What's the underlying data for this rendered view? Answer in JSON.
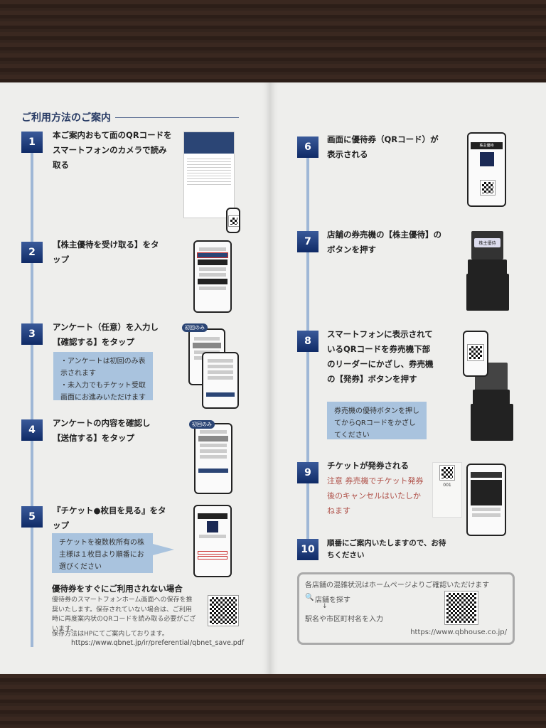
{
  "title": "ご利用方法のご案内",
  "steps": [
    {
      "num": "1",
      "text": "本ご案内おもて面のQRコードをスマートフォンのカメラで読み取る"
    },
    {
      "num": "2",
      "text": "【株主優待を受け取る】をタップ"
    },
    {
      "num": "3",
      "text": "アンケート（任意）を入力し【確認する】をタップ",
      "notes": [
        "・アンケートは初回のみ表示されます",
        "・未入力でもチケット受取画面にお進みいただけます"
      ],
      "tag": "初回のみ"
    },
    {
      "num": "4",
      "text": "アンケートの内容を確認し【送信する】をタップ",
      "tag": "初回のみ"
    },
    {
      "num": "5",
      "text": "『チケット●枚目を見る』をタップ",
      "note": "チケットを複数枚所有の株主様は１枚目より順番にお選びください"
    },
    {
      "num": "6",
      "text": "画面に優待券（QRコード）が表示される",
      "screen_label": "株主優待"
    },
    {
      "num": "7",
      "text": "店舗の券売機の【株主優待】のボタンを押す",
      "button_label": "株主優待"
    },
    {
      "num": "8",
      "text": "スマートフォンに表示されているQRコードを券売機下部のリーダーにかざし、券売機の【発券】ボタンを押す",
      "note": "券売機の優待ボタンを押してからQRコードをかざしてください"
    },
    {
      "num": "9",
      "text": "チケットが発券される",
      "warning": "注意 券売機でチケット発券後のキャンセルはいたしかねます",
      "ticket_number": "001"
    },
    {
      "num": "10",
      "text": "順番にご案内いたしますので、お待ちください"
    }
  ],
  "save": {
    "heading": "優待券をすぐにご利用されない場合",
    "body": "優待券のスマートフォンホーム画面への保存を推奨いたします。保存されていない場合は、ご利用時に再度案内状のQRコードを読み取る必要がございます。",
    "body2": "保存方法はHPにてご案内しております。",
    "url": "https://www.qbnet.jp/ir/preferential/qbnet_save.pdf"
  },
  "store_box": {
    "heading": "各店舗の混雑状況はホームページよりご確認いただけます",
    "search": "店舗を探す",
    "arrow": "↓",
    "input_hint": "駅名や市区町村名を入力",
    "url": "https://www.qbhouse.co.jp/"
  },
  "colors": {
    "badge": "#0f2a66",
    "note_box": "#a9c3de",
    "warning": "#b0524a",
    "timeline": "#9fb7d6"
  }
}
